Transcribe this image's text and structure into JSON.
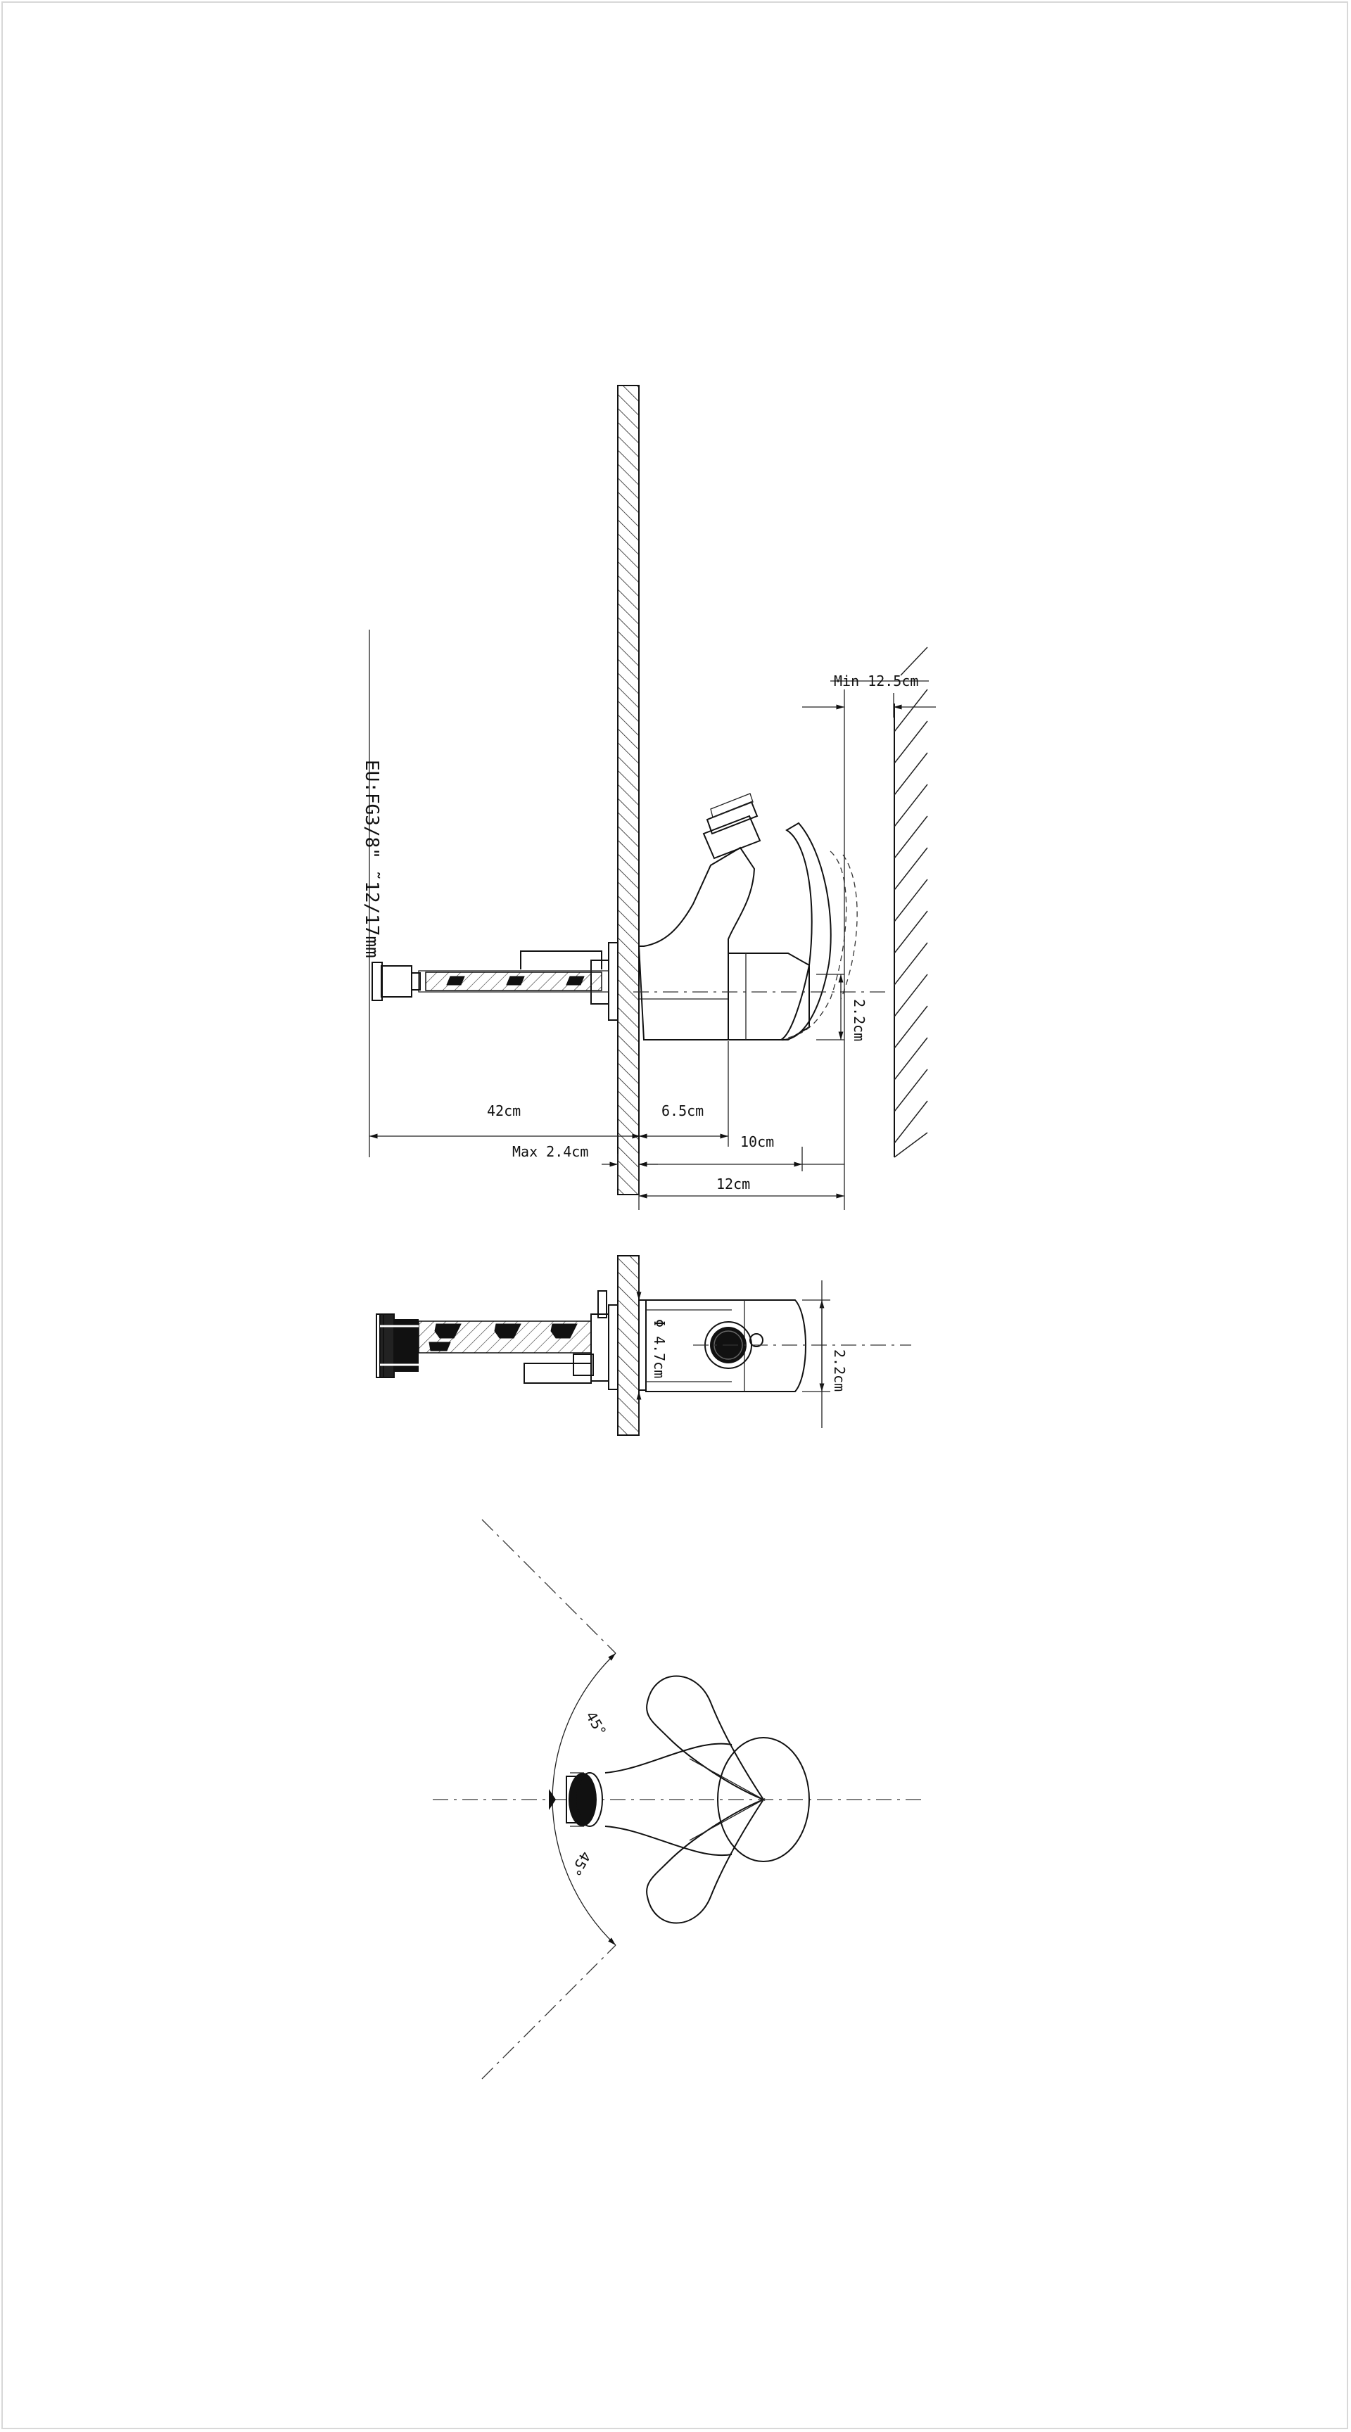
{
  "connection_note": "EU:FG3/8\" ˜12/17mm",
  "side_view": {
    "clearance_label": "Min 12.5cm",
    "hose_length_label": "42cm",
    "max_thickness_label": "Max 2.4cm",
    "base_to_handle_label": "6.5cm",
    "spout_reach_label": "10cm",
    "overall_depth_label": "12cm",
    "handle_height_label": "2.2cm"
  },
  "front_view": {
    "diameter_label": "Φ 4.7cm",
    "height_label": "2.2cm"
  },
  "top_view": {
    "upper_angle_label": "45°",
    "lower_angle_label": "45°"
  }
}
